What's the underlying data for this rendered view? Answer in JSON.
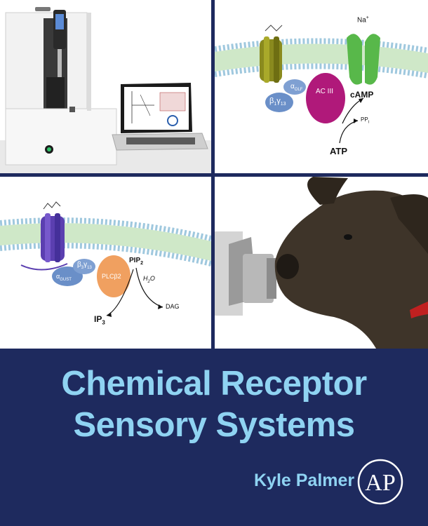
{
  "panel2": {
    "na_label": "Na",
    "na_sup": "+",
    "alpha_label": "α",
    "alpha_sub": "OLF",
    "beta_label": "β",
    "beta_sub": "1",
    "gamma_label": "γ",
    "gamma_sub": "13",
    "acIII_label": "AC III",
    "camp_label": "cAMP",
    "ppi_label": "PP",
    "ppi_sub": "i",
    "atp_label": "ATP"
  },
  "panel3": {
    "alpha_label": "α",
    "alpha_sub": "GUST",
    "beta_label": "β",
    "beta_sub": "3",
    "gamma_label": "γ",
    "gamma_sub": "13",
    "plc_label": "PLCβ2",
    "pip_label": "PIP",
    "pip_sub": "2",
    "h2o_label": "H",
    "h2o_sub": "2",
    "h2o_tail": "O",
    "dag_label": "DAG",
    "ip_label": "IP",
    "ip_sub": "3"
  },
  "cover": {
    "title_line1": "Chemical Receptor",
    "title_line2": "Sensory Systems",
    "author": "Kyle Palmer",
    "publisher_mark": "AP"
  },
  "colors": {
    "background": "#1e2a5e",
    "title": "#8fd3f2",
    "receptor_olive": "#8a8a1e",
    "gprotein_blue": "#6a8fc8",
    "acIII_magenta": "#b0197a",
    "channel_green": "#58b84a",
    "receptor_purple": "#5b3fb0",
    "plc_orange": "#f0a060"
  }
}
